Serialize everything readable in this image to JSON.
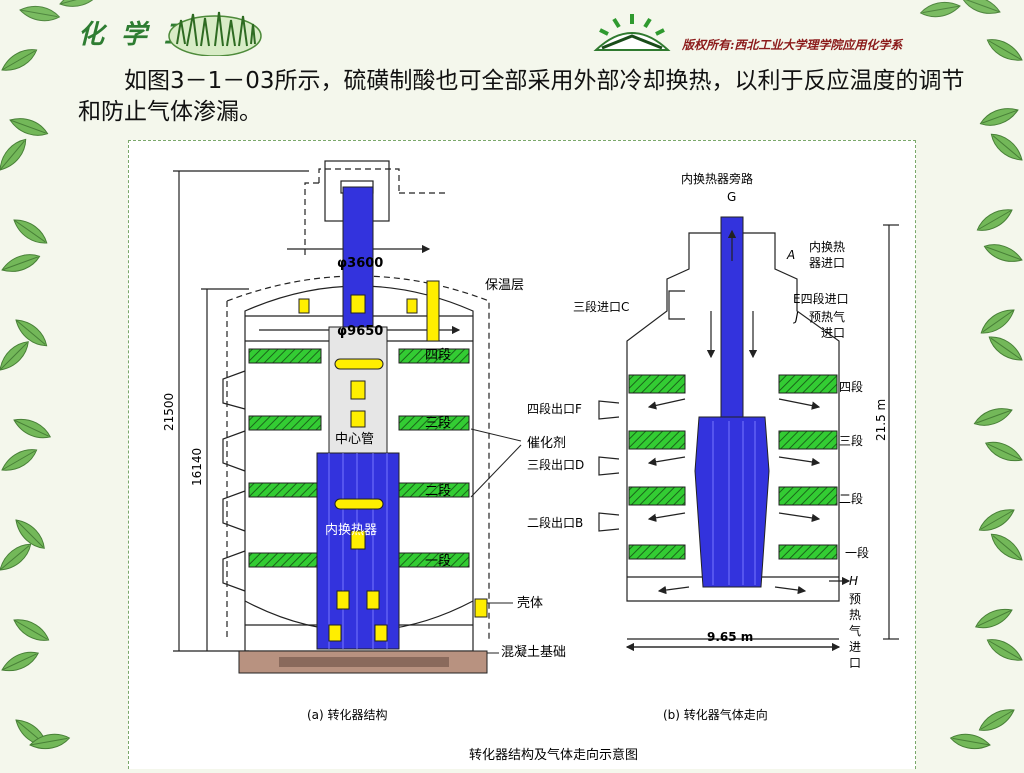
{
  "header": {
    "logo_text": "化 学 工 艺",
    "copyright": "版权所有:西北工业大学理学院应用化学系"
  },
  "intro": {
    "text": "如图3－1－03所示，硫磺制酸也可全部采用外部冷却换热，以利于反应温度的调节和防止气体渗漏。"
  },
  "diagram": {
    "caption_main": "转化器结构及气体走向示意图",
    "left": {
      "caption": "(a) 转化器结构",
      "dim_total_height": "21500",
      "dim_lower_height": "16140",
      "dim_top_diameter": "φ3600",
      "dim_body_diameter": "φ9650",
      "insulation_label": "保温层",
      "stage4_label": "四段",
      "stage3_label": "三段",
      "stage2_label": "二段",
      "stage1_label": "一段",
      "center_tube_label": "中心管",
      "inner_exchanger_label": "内换热器",
      "catalyst_label": "催化剂",
      "shell_label": "壳体",
      "foundation_label": "混凝土基础"
    },
    "right": {
      "caption": "(b) 转化器气体走向",
      "bypass_label": "内换热器旁路",
      "g_label": "G",
      "inlet_a_label": "A",
      "inlet_a_text1": "内换热",
      "inlet_a_text2": "器进口",
      "inlet_c_label": "三段进口C",
      "inlet_e_label": "E四段进口",
      "inlet_j_label": "J",
      "inlet_j_text1": "预热气",
      "inlet_j_text2": "进口",
      "stage4_label": "四段",
      "stage3_label": "三段",
      "stage2_label": "二段",
      "stage1_label": "一段",
      "outlet_f_label": "四段出口F",
      "outlet_d_label": "三段出口D",
      "outlet_b_label": "二段出口B",
      "height_label": "21.5 m",
      "width_label": "9.65 m",
      "h_label": "H",
      "h_text": [
        "预",
        "热",
        "气",
        "进",
        "口"
      ]
    }
  },
  "colors": {
    "catalyst_green": "#33cc33",
    "exchanger_blue": "#3333dd",
    "tube_yellow": "#ffee00",
    "leaf_green": "#5fa84a"
  }
}
